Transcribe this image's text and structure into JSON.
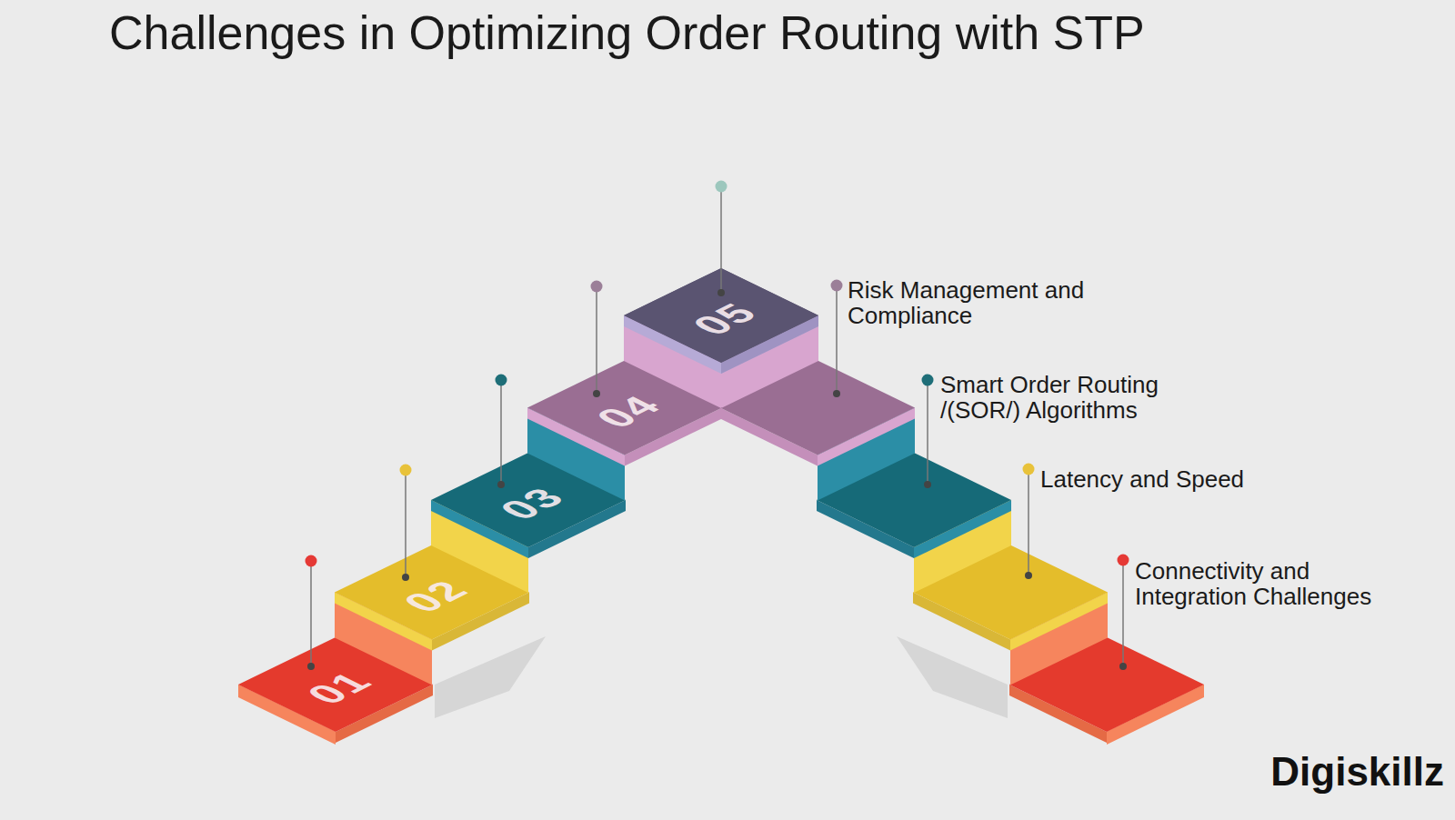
{
  "diagram": {
    "title": "Challenges in Optimizing Order Routing with STP",
    "nodes": [
      {
        "text": [
          "01"
        ]
      },
      {
        "text": [
          "02"
        ]
      },
      {
        "text": [
          "03"
        ]
      },
      {
        "text": [
          "04"
        ]
      },
      {
        "text": [
          "05"
        ]
      }
    ],
    "labels": [
      "Risk Management and Compliance",
      "Smart Order Routing /(SOR/) Algorithms",
      "Latency and Speed",
      "Connectivity and Integration Challenges",
      "Digiskillz"
    ]
  }
}
